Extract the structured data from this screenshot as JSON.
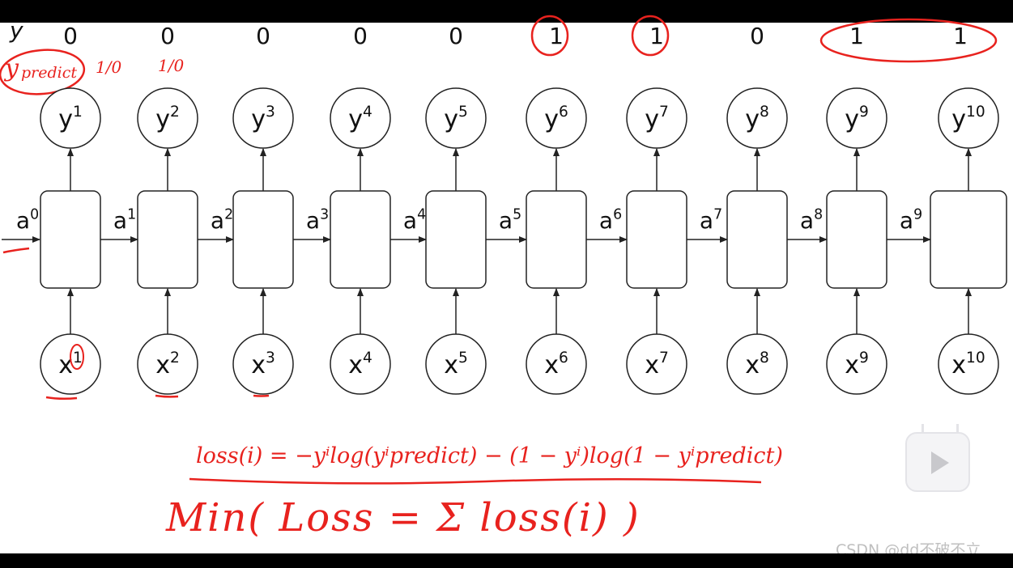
{
  "header": {
    "y_label": "y",
    "y_predict_label": "y",
    "y_predict_sub": "predict",
    "hand_note_1": "1/0",
    "hand_note_2": "1/0"
  },
  "sequence": {
    "labels": [
      "0",
      "0",
      "0",
      "0",
      "0",
      "1",
      "1",
      "0",
      "1",
      "1"
    ],
    "circled_indices": [
      5,
      6,
      8,
      9
    ],
    "outputs": [
      "y",
      "y",
      "y",
      "y",
      "y",
      "y",
      "y",
      "y",
      "y",
      "y"
    ],
    "inputs": [
      "x",
      "x",
      "x",
      "x",
      "x",
      "x",
      "x",
      "x",
      "x",
      "x"
    ],
    "superscripts": [
      "1",
      "2",
      "3",
      "4",
      "5",
      "6",
      "7",
      "8",
      "9",
      "10"
    ],
    "activations": [
      "a",
      "a",
      "a",
      "a",
      "a",
      "a",
      "a",
      "a",
      "a",
      "a"
    ],
    "activation_sups": [
      "0",
      "1",
      "2",
      "3",
      "4",
      "5",
      "6",
      "7",
      "8",
      "9"
    ]
  },
  "formula": {
    "text": "loss(i) = −yⁱlog(yⁱpredict) − (1 − yⁱ)log(1 − yⁱpredict)"
  },
  "objective": {
    "text": "Min( Loss = Σ loss(i) )"
  },
  "watermark": {
    "text": "CSDN @dd不破不立"
  },
  "colors": {
    "annotation": "#e8221e",
    "stroke": "#222222"
  }
}
